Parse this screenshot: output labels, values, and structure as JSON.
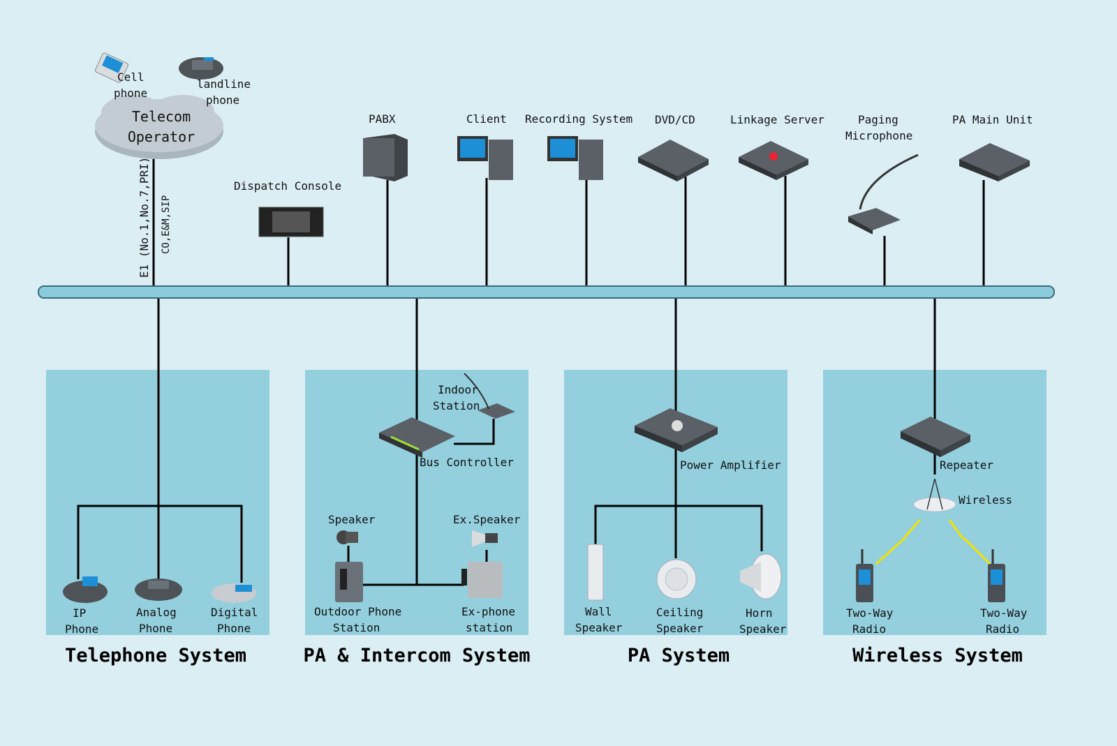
{
  "top": {
    "cell_phone": [
      "Cell",
      "phone"
    ],
    "landline_phone": [
      "landline",
      "phone"
    ],
    "telecom_operator": [
      "Telecom",
      "Operator"
    ],
    "trunk_label_1": "E1 (No.1,No.7,PRI)",
    "trunk_label_2": "CO,E&M,SIP",
    "dispatch_console": "Dispatch Console",
    "pabx": "PABX",
    "client": "Client",
    "recording_system": "Recording System",
    "dvd_cd": "DVD/CD",
    "linkage_server": "Linkage Server",
    "paging_microphone": [
      "Paging",
      "Microphone"
    ],
    "pa_main_unit": "PA Main Unit"
  },
  "sections": {
    "telephone": {
      "title": "Telephone System",
      "ip_phone": [
        "IP",
        "Phone"
      ],
      "analog_phone": [
        "Analog",
        "Phone"
      ],
      "digital_phone": [
        "Digital",
        "Phone"
      ]
    },
    "intercom": {
      "title": "PA & Intercom System",
      "indoor_station": [
        "Indoor",
        "Station"
      ],
      "bus_controller": "Bus Controller",
      "speaker": "Speaker",
      "ex_speaker": "Ex.Speaker",
      "outdoor_phone": [
        "Outdoor Phone",
        "Station"
      ],
      "ex_phone": [
        "Ex-phone",
        "station"
      ]
    },
    "pa": {
      "title": "PA System",
      "power_amplifier": "Power Amplifier",
      "wall_speaker": [
        "Wall",
        "Speaker"
      ],
      "ceiling_speaker": [
        "Ceiling",
        "Speaker"
      ],
      "horn_speaker": [
        "Horn",
        "Speaker"
      ]
    },
    "wireless": {
      "title": "Wireless System",
      "repeater": "Repeater",
      "wireless": "Wireless",
      "radio_left": [
        "Two-Way",
        "Radio"
      ],
      "radio_right": [
        "Two-Way",
        "Radio"
      ]
    }
  },
  "colors": {
    "background": "#dbeef4",
    "panel": "#93cfdd",
    "bus": "#8ccbdc",
    "screen": "#1d8fd6",
    "lightning": "#f2e200"
  }
}
